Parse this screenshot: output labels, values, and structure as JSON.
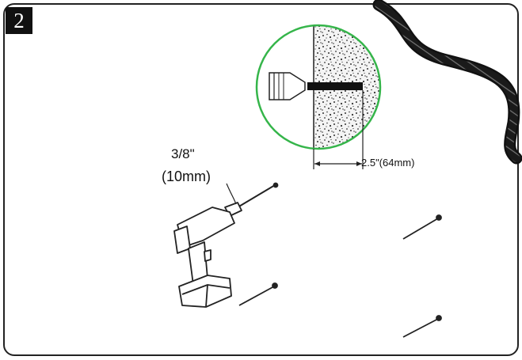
{
  "step": {
    "number": "2"
  },
  "drill_bit": {
    "size_in": "3/8\"",
    "size_mm": "(10mm)"
  },
  "hole_depth": {
    "label": "2.5\"(64mm)"
  },
  "icons": [
    "drill-icon",
    "wall-anchor-icon",
    "wall-detail-icon",
    "cable-icon"
  ],
  "colors": {
    "detail_circle": "#35b54a",
    "outline": "#222222",
    "background": "#ffffff"
  }
}
